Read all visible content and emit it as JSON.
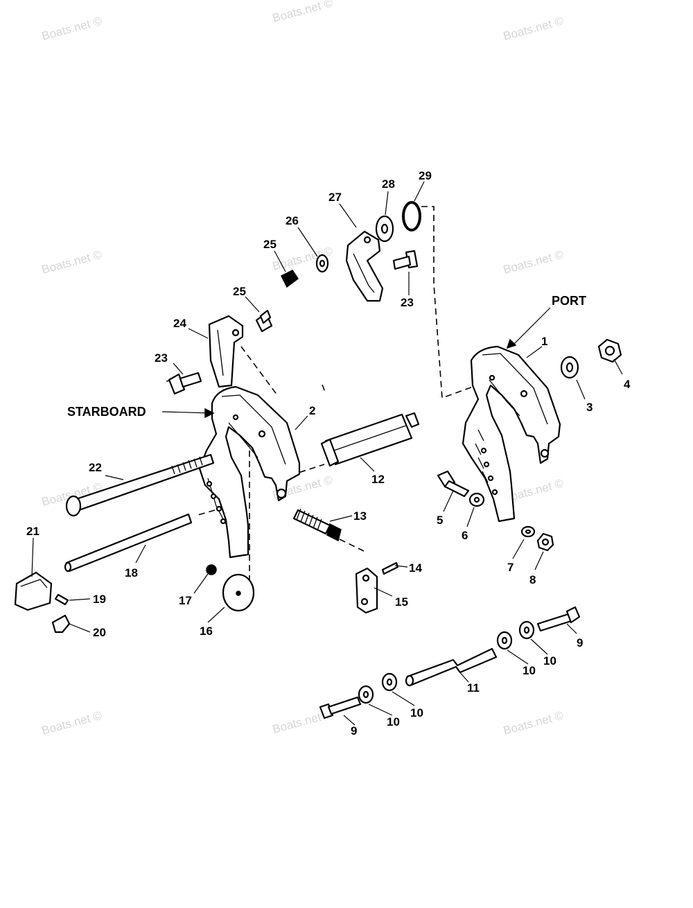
{
  "watermark": "Boats.net ©",
  "labels": {
    "port": "PORT",
    "starboard": "STARBOARD"
  },
  "callouts": {
    "c1": "1",
    "c2": "2",
    "c3": "3",
    "c4": "4",
    "c5": "5",
    "c6": "6",
    "c7": "7",
    "c8": "8",
    "c9a": "9",
    "c9b": "9",
    "c10a": "10",
    "c10b": "10",
    "c10c": "10",
    "c10d": "10",
    "c11": "11",
    "c12": "12",
    "c13": "13",
    "c14": "14",
    "c15": "15",
    "c16": "16",
    "c17": "17",
    "c18": "18",
    "c19": "19",
    "c20": "20",
    "c21": "21",
    "c22": "22",
    "c23a": "23",
    "c23b": "23",
    "c24": "24",
    "c25a": "25",
    "c25b": "25",
    "c26": "26",
    "c27": "27",
    "c28": "28",
    "c29": "29"
  }
}
